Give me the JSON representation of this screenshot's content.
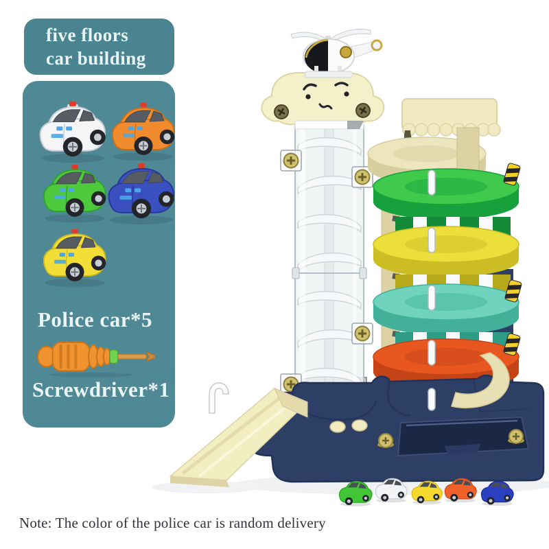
{
  "page": {
    "background": "#ffffff"
  },
  "badge": {
    "bg": "#4a8490",
    "text_color": "#e9f4f5",
    "lines": [
      "five floors",
      "car building"
    ]
  },
  "side_panel": {
    "bg": "#4f8995",
    "label_color": "#eaf5f6",
    "police_label": "Police car*5",
    "screwdriver_label": "Screwdriver*1",
    "cars": [
      {
        "name": "white police car",
        "color": "#f3f5f7",
        "shade": "#c6ccd2"
      },
      {
        "name": "orange police car",
        "color": "#f08c2e",
        "shade": "#cc6f15"
      },
      {
        "name": "green police car",
        "color": "#4ec93e",
        "shade": "#2fa428"
      },
      {
        "name": "blue police car",
        "color": "#3a50c0",
        "shade": "#27379b"
      },
      {
        "name": "yellow police car",
        "color": "#f2de37",
        "shade": "#cfba1f"
      }
    ],
    "decal_color": "#4aa7e8",
    "roof_light_color": "#e23a28",
    "screwdriver": {
      "handle": "#f0922f",
      "handle_shade": "#c8761b",
      "collar": "#6ed44f",
      "shaft": "#da9b4e"
    }
  },
  "toy": {
    "base_color": "#2e3f66",
    "base_edge": "#223156",
    "cream": "#f4f0c9",
    "beige_ramp": "#f3edc2",
    "levels": [
      {
        "name": "floor-5-cream",
        "color": "#ece5bd",
        "band": "#d8cd9e"
      },
      {
        "name": "floor-4-green",
        "color": "#3fca4c",
        "band": "#17a13c"
      },
      {
        "name": "floor-3-yellow",
        "color": "#ecdf3b",
        "band": "#cdbd25"
      },
      {
        "name": "floor-2-teal",
        "color": "#6fd3bd",
        "band": "#43b199"
      },
      {
        "name": "floor-1-orange",
        "color": "#e7571f",
        "band": "#c44317"
      }
    ],
    "hazard": {
      "yellow": "#f2cf2a",
      "black": "#26262a"
    },
    "screw_gold": "#cfc06d",
    "bottom_cars": [
      {
        "name": "green",
        "color": "#41c637",
        "shade": "#2da427"
      },
      {
        "name": "white",
        "color": "#f3f4f6",
        "shade": "#c9ced4"
      },
      {
        "name": "yellow",
        "color": "#f5d92d",
        "shade": "#d3b81a"
      },
      {
        "name": "orange",
        "color": "#f0622a",
        "shade": "#cc4a16"
      },
      {
        "name": "blue",
        "color": "#2b3fc1",
        "shade": "#1d2c9a"
      }
    ]
  },
  "note": {
    "text": "Note: The color of the police car is random delivery",
    "color": "#32333b"
  }
}
